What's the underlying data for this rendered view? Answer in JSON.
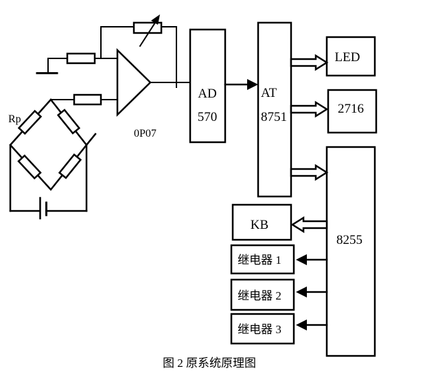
{
  "figure": {
    "caption": "图 2  原系统原理图"
  },
  "labels": {
    "bridge": "Rp",
    "opamp": "0P07"
  },
  "blocks": {
    "adc": {
      "line1": "AD",
      "line2": "570"
    },
    "mcu": {
      "line1": "AT",
      "line2": "8751"
    },
    "led": {
      "label": "LED"
    },
    "eprom": {
      "label": "2716"
    },
    "pio": {
      "label": "8255"
    },
    "keyboard": {
      "label": "KB"
    },
    "relay1": {
      "label": "继电器 1"
    },
    "relay2": {
      "label": "继电器 2"
    },
    "relay3": {
      "label": "继电器 3"
    }
  },
  "colors": {
    "line": "#000000",
    "background": "#ffffff"
  }
}
